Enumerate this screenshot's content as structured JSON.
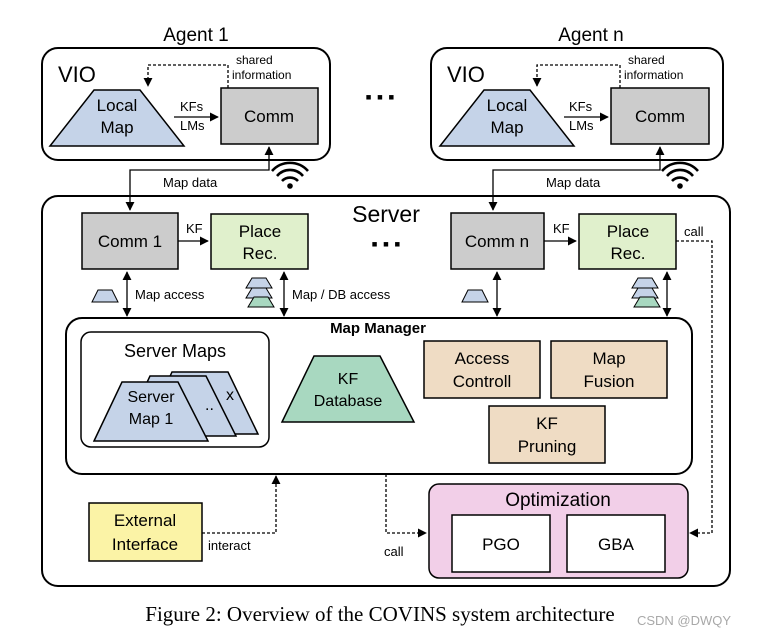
{
  "agents": [
    {
      "title": "Agent 1",
      "vio_label": "VIO",
      "shared_info_line1": "shared",
      "shared_info_line2": "information",
      "local_map_line1": "Local",
      "local_map_line2": "Map",
      "kfs_label": "KFs",
      "lms_label": "LMs",
      "comm_label": "Comm",
      "map_data_label": "Map data"
    },
    {
      "title": "Agent n",
      "vio_label": "VIO",
      "shared_info_line1": "shared",
      "shared_info_line2": "information",
      "local_map_line1": "Local",
      "local_map_line2": "Map",
      "kfs_label": "KFs",
      "lms_label": "LMs",
      "comm_label": "Comm",
      "map_data_label": "Map data"
    }
  ],
  "agents_ellipsis": "▪ ▪ ▪",
  "server": {
    "title": "Server",
    "ellipsis": "▪ ▪ ▪",
    "comm1_label": "Comm 1",
    "commn_label": "Comm n",
    "kf_label_1": "KF",
    "kf_label_n": "KF",
    "place_rec_line1": "Place",
    "place_rec_line2": "Rec.",
    "call_label_top": "call",
    "map_access_label": "Map access",
    "map_db_access_label": "Map / DB access"
  },
  "map_manager": {
    "title": "Map Manager",
    "server_maps_title": "Server Maps",
    "server_map_line1": "Server",
    "server_map_line2": "Map 1",
    "map_dots": "..",
    "map_x": "x",
    "kf_db_line1": "KF",
    "kf_db_line2": "Database",
    "access_line1": "Access",
    "access_line2": "Controll",
    "fusion_line1": "Map",
    "fusion_line2": "Fusion",
    "pruning_line1": "KF",
    "pruning_line2": "Pruning"
  },
  "external": {
    "line1": "External",
    "line2": "Interface",
    "interact_label": "interact"
  },
  "optimization": {
    "title": "Optimization",
    "pgo_label": "PGO",
    "gba_label": "GBA",
    "call_label": "call"
  },
  "caption": "Figure 2: Overview of the COVINS system architecture",
  "watermark": "CSDN @DWQY",
  "colors": {
    "local_map": "#c5d3e8",
    "comm": "#cccccc",
    "place_rec": "#e0f0cc",
    "kf_database": "#a8d8c0",
    "manager_box": "#efdcc4",
    "optimization": "#f2cfe8",
    "external": "#fbf3a6"
  }
}
